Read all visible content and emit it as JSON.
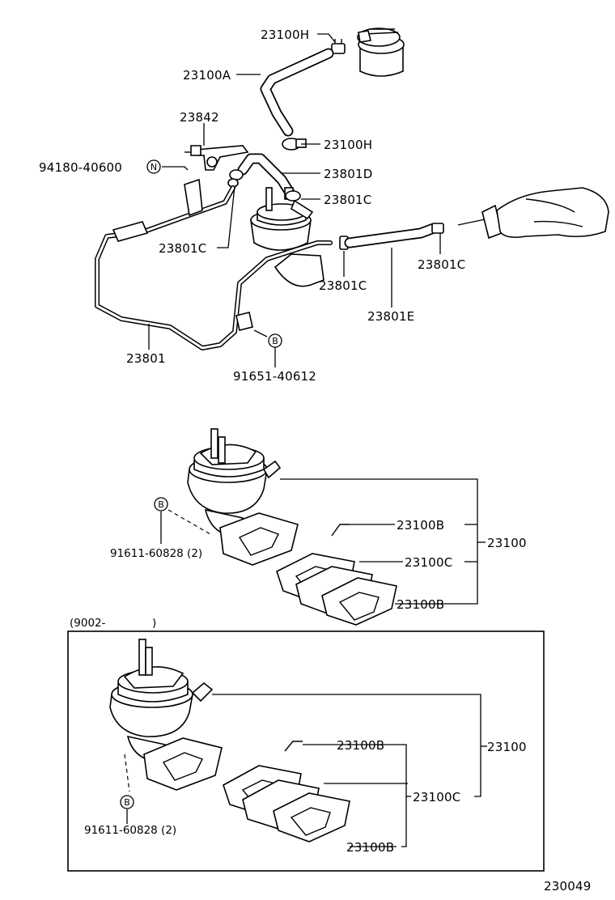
{
  "labels": {
    "l1": "23100H",
    "l2": "23100A",
    "l3": "23842",
    "l4": "23100H",
    "l5": "94180-40600",
    "l6": "23801D",
    "l7": "23801C",
    "l8": "23801C",
    "l9": "23801C",
    "l10": "23801C",
    "l11": "23801E",
    "l12": "23801",
    "l13": "91651-40612",
    "l14": "23100B",
    "l15": "23100",
    "l16": "23100C",
    "l17": "23100B",
    "l18": "91611-60828 (2)",
    "l19": "(9002-",
    "l19b": ")",
    "l20": "23100B",
    "l21": "23100",
    "l22": "23100C",
    "l23": "23100B",
    "l24": "91611-60828 (2)",
    "figure_number": "230049"
  },
  "callout_markers": {
    "n": "N",
    "b1": "B",
    "b2": "B",
    "b3": "B"
  }
}
